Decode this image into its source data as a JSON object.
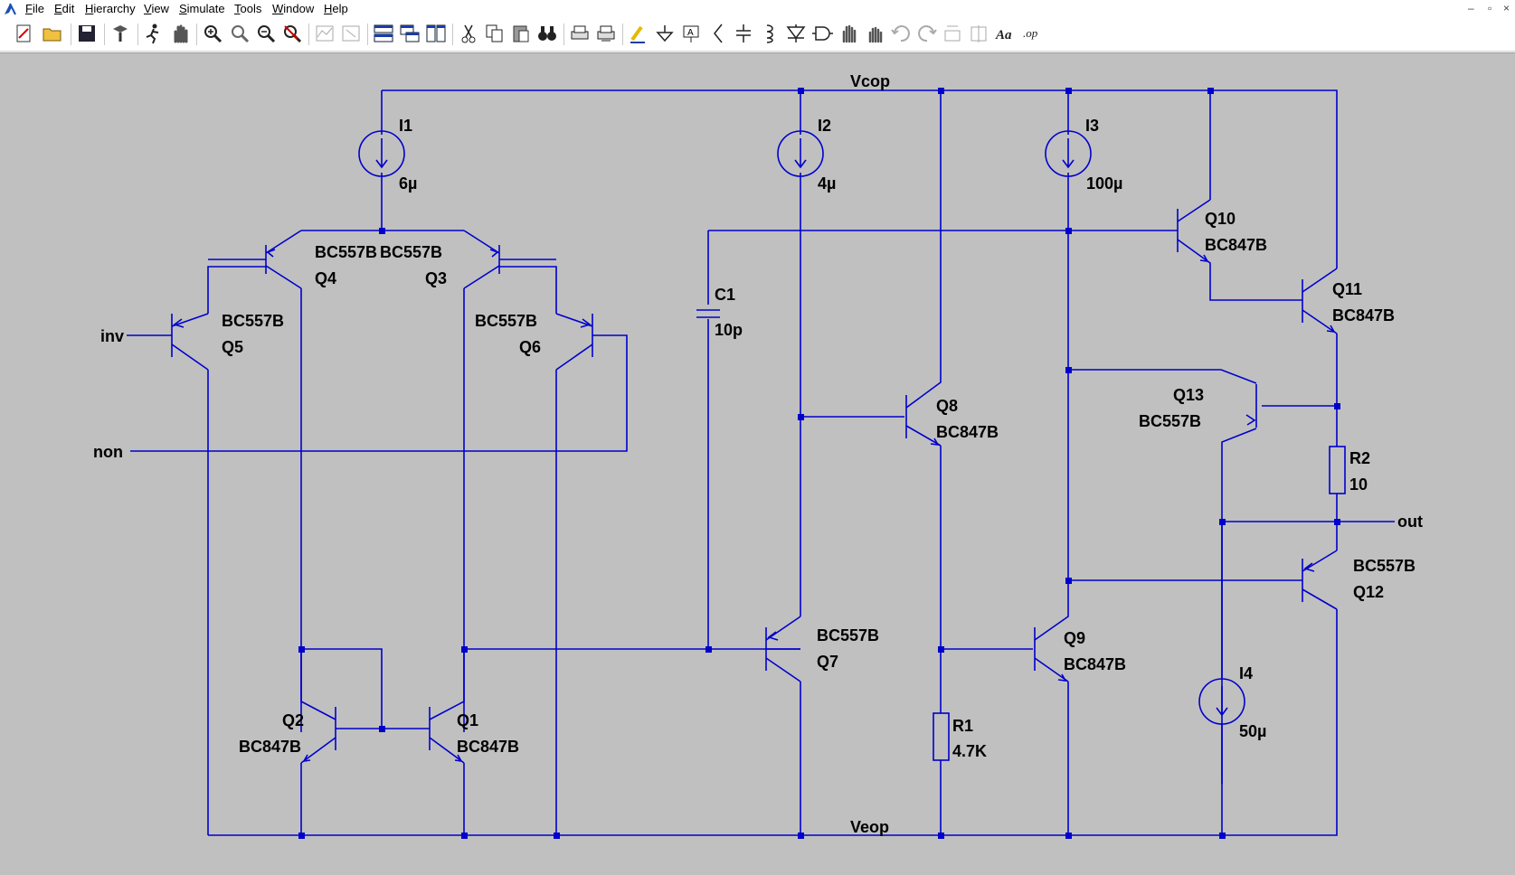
{
  "menu": {
    "items": [
      {
        "label": "File"
      },
      {
        "label": "Edit"
      },
      {
        "label": "Hierarchy"
      },
      {
        "label": "View"
      },
      {
        "label": "Simulate"
      },
      {
        "label": "Tools"
      },
      {
        "label": "Window"
      },
      {
        "label": "Help"
      }
    ],
    "window_controls": [
      "–",
      "▫",
      "×"
    ]
  },
  "toolbar": {
    "icons": [
      "new-schematic-icon",
      "open-icon",
      "save-icon",
      "control-panel-icon",
      "run-icon",
      "halt-icon",
      "zoom-in-icon",
      "zoom-pan-icon",
      "zoom-out-icon",
      "zoom-cancel-icon",
      "autorange-icon",
      "fit-icon",
      "tile-horizontal-icon",
      "cascade-icon",
      "tile-vertical-icon",
      "cut-icon",
      "copy-icon",
      "paste-icon",
      "find-icon",
      "print-icon",
      "print-setup-icon",
      "draw-wire-icon",
      "ground-icon",
      "label-net-icon",
      "resistor-icon",
      "capacitor-icon",
      "inductor-icon",
      "diode-icon",
      "component-icon",
      "move-icon",
      "drag-icon",
      "undo-icon",
      "redo-icon",
      "rotate-icon",
      "mirror-icon",
      "text-icon",
      "spice-directive-icon"
    ]
  },
  "schematic": {
    "nets": {
      "vcc": "Vcop",
      "vee": "Veop",
      "inv": "inv",
      "non": "non",
      "out": "out"
    },
    "components": {
      "I1": {
        "name": "I1",
        "value": "6µ"
      },
      "I2": {
        "name": "I2",
        "value": "4µ"
      },
      "I3": {
        "name": "I3",
        "value": "100µ"
      },
      "I4": {
        "name": "I4",
        "value": "50µ"
      },
      "C1": {
        "name": "C1",
        "value": "10p"
      },
      "R1": {
        "name": "R1",
        "value": "4.7K"
      },
      "R2": {
        "name": "R2",
        "value": "10"
      },
      "Q1": {
        "name": "Q1",
        "model": "BC847B"
      },
      "Q2": {
        "name": "Q2",
        "model": "BC847B"
      },
      "Q3": {
        "name": "Q3",
        "model": "BC557B"
      },
      "Q4": {
        "name": "Q4",
        "model": "BC557B"
      },
      "Q5": {
        "name": "Q5",
        "model": "BC557B"
      },
      "Q6": {
        "name": "Q6",
        "model": "BC557B"
      },
      "Q7": {
        "name": "Q7",
        "model": "BC557B"
      },
      "Q8": {
        "name": "Q8",
        "model": "BC847B"
      },
      "Q9": {
        "name": "Q9",
        "model": "BC847B"
      },
      "Q10": {
        "name": "Q10",
        "model": "BC847B"
      },
      "Q11": {
        "name": "Q11",
        "model": "BC847B"
      },
      "Q12": {
        "name": "Q12",
        "model": "BC557B"
      },
      "Q13": {
        "name": "Q13",
        "model": "BC557B"
      }
    }
  },
  "colors": {
    "wire": "#0000cc",
    "background": "#c0c0c0",
    "text": "#000000"
  }
}
